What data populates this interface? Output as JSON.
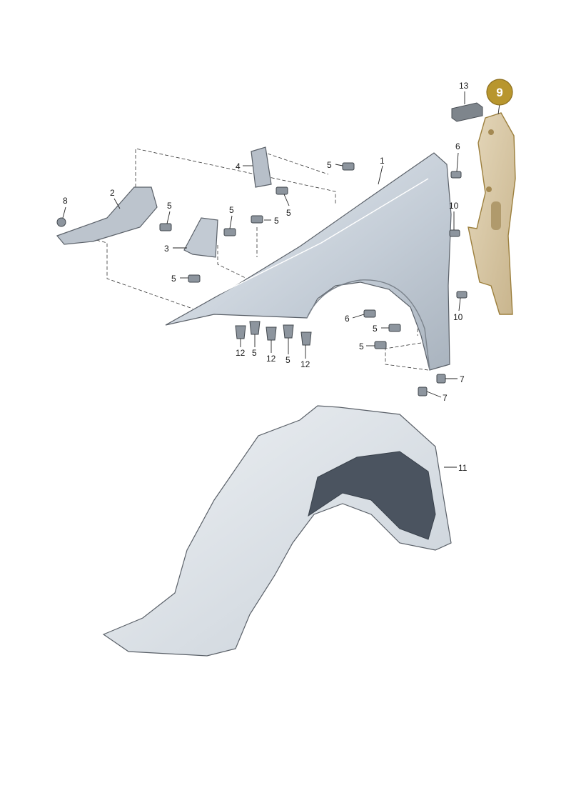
{
  "diagram": {
    "highlight": {
      "label": "9",
      "color": "#b8962e"
    },
    "callouts": [
      {
        "id": "c1",
        "text": "1"
      },
      {
        "id": "c2",
        "text": "2"
      },
      {
        "id": "c3",
        "text": "3"
      },
      {
        "id": "c4",
        "text": "4"
      },
      {
        "id": "c5a",
        "text": "5"
      },
      {
        "id": "c5b",
        "text": "5"
      },
      {
        "id": "c5c",
        "text": "5"
      },
      {
        "id": "c5d",
        "text": "5"
      },
      {
        "id": "c5e",
        "text": "5"
      },
      {
        "id": "c5f",
        "text": "5"
      },
      {
        "id": "c5g",
        "text": "5"
      },
      {
        "id": "c5h",
        "text": "5"
      },
      {
        "id": "c5i",
        "text": "5"
      },
      {
        "id": "c5j",
        "text": "5"
      },
      {
        "id": "c6a",
        "text": "6"
      },
      {
        "id": "c6b",
        "text": "6"
      },
      {
        "id": "c7a",
        "text": "7"
      },
      {
        "id": "c7b",
        "text": "7"
      },
      {
        "id": "c8",
        "text": "8"
      },
      {
        "id": "c10a",
        "text": "10"
      },
      {
        "id": "c10b",
        "text": "10"
      },
      {
        "id": "c11",
        "text": "11"
      },
      {
        "id": "c12a",
        "text": "12"
      },
      {
        "id": "c12b",
        "text": "12"
      },
      {
        "id": "c12c",
        "text": "12"
      },
      {
        "id": "c13",
        "text": "13"
      }
    ]
  },
  "colors": {
    "fender": "#c9d3dd",
    "liner": "#d7dde4",
    "bracket": "#b9c1ca",
    "highlight_part": "#d9c9a6"
  }
}
